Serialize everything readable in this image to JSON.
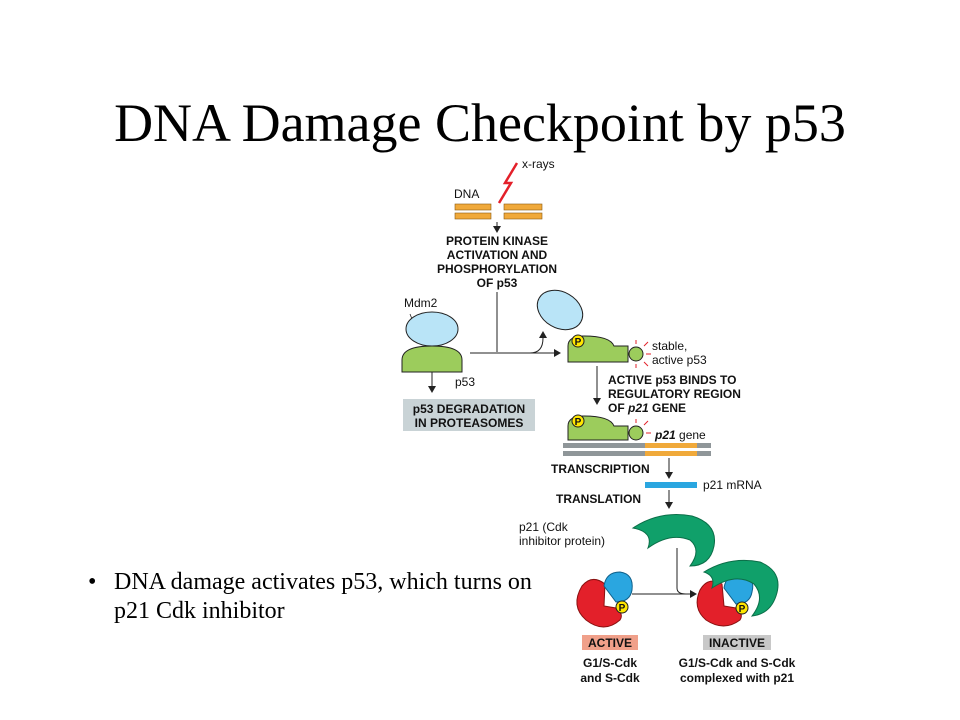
{
  "slide": {
    "title": "DNA Damage Checkpoint by p53",
    "bullet": "DNA damage activates p53, which turns on p21 Cdk inhibitor"
  },
  "diagram": {
    "x_rays": "x-rays",
    "dna": "DNA",
    "kinase_1": "PROTEIN KINASE",
    "kinase_2": "ACTIVATION AND",
    "kinase_3": "PHOSPHORYLATION",
    "kinase_4": "OF p53",
    "mdm2": "Mdm2",
    "p53": "p53",
    "degradation_1": "p53 DEGRADATION",
    "degradation_2": "IN PROTEASOMES",
    "stable_1": "stable,",
    "stable_2": "active p53",
    "binds_1": "ACTIVE p53 BINDS TO",
    "binds_2": "REGULATORY REGION",
    "binds_3_a": "OF ",
    "binds_3_b": "p21",
    "binds_3_c": " GENE",
    "p21_gene_a": "p21",
    "p21_gene_b": " gene",
    "transcription": "TRANSCRIPTION",
    "p21_mrna": "p21 mRNA",
    "translation": "TRANSLATION",
    "p21_protein_1": "p21 (Cdk",
    "p21_protein_2": "inhibitor protein)",
    "phospho": "P",
    "active_tag": "ACTIVE",
    "inactive_tag": "INACTIVE",
    "active_desc_1": "G1/S-Cdk",
    "active_desc_2": "and S-Cdk",
    "inactive_desc_1": "G1/S-Cdk and S-Cdk",
    "inactive_desc_2": "complexed with p21"
  },
  "colors": {
    "dna_orange": "#f0a93a",
    "p53_green": "#9ccc5c",
    "mdm2_blue": "#b9e4f7",
    "mrna_blue": "#2aa6e0",
    "p21_teal": "#10a06a",
    "cdk_red": "#e3202a",
    "cyclin_blue": "#2aa6e0",
    "phospho_yellow": "#ffe600",
    "active_tag_bg": "#f0a08a",
    "inactive_tag_bg": "#c8c8c8",
    "degradation_bg": "#c9d3d6"
  }
}
